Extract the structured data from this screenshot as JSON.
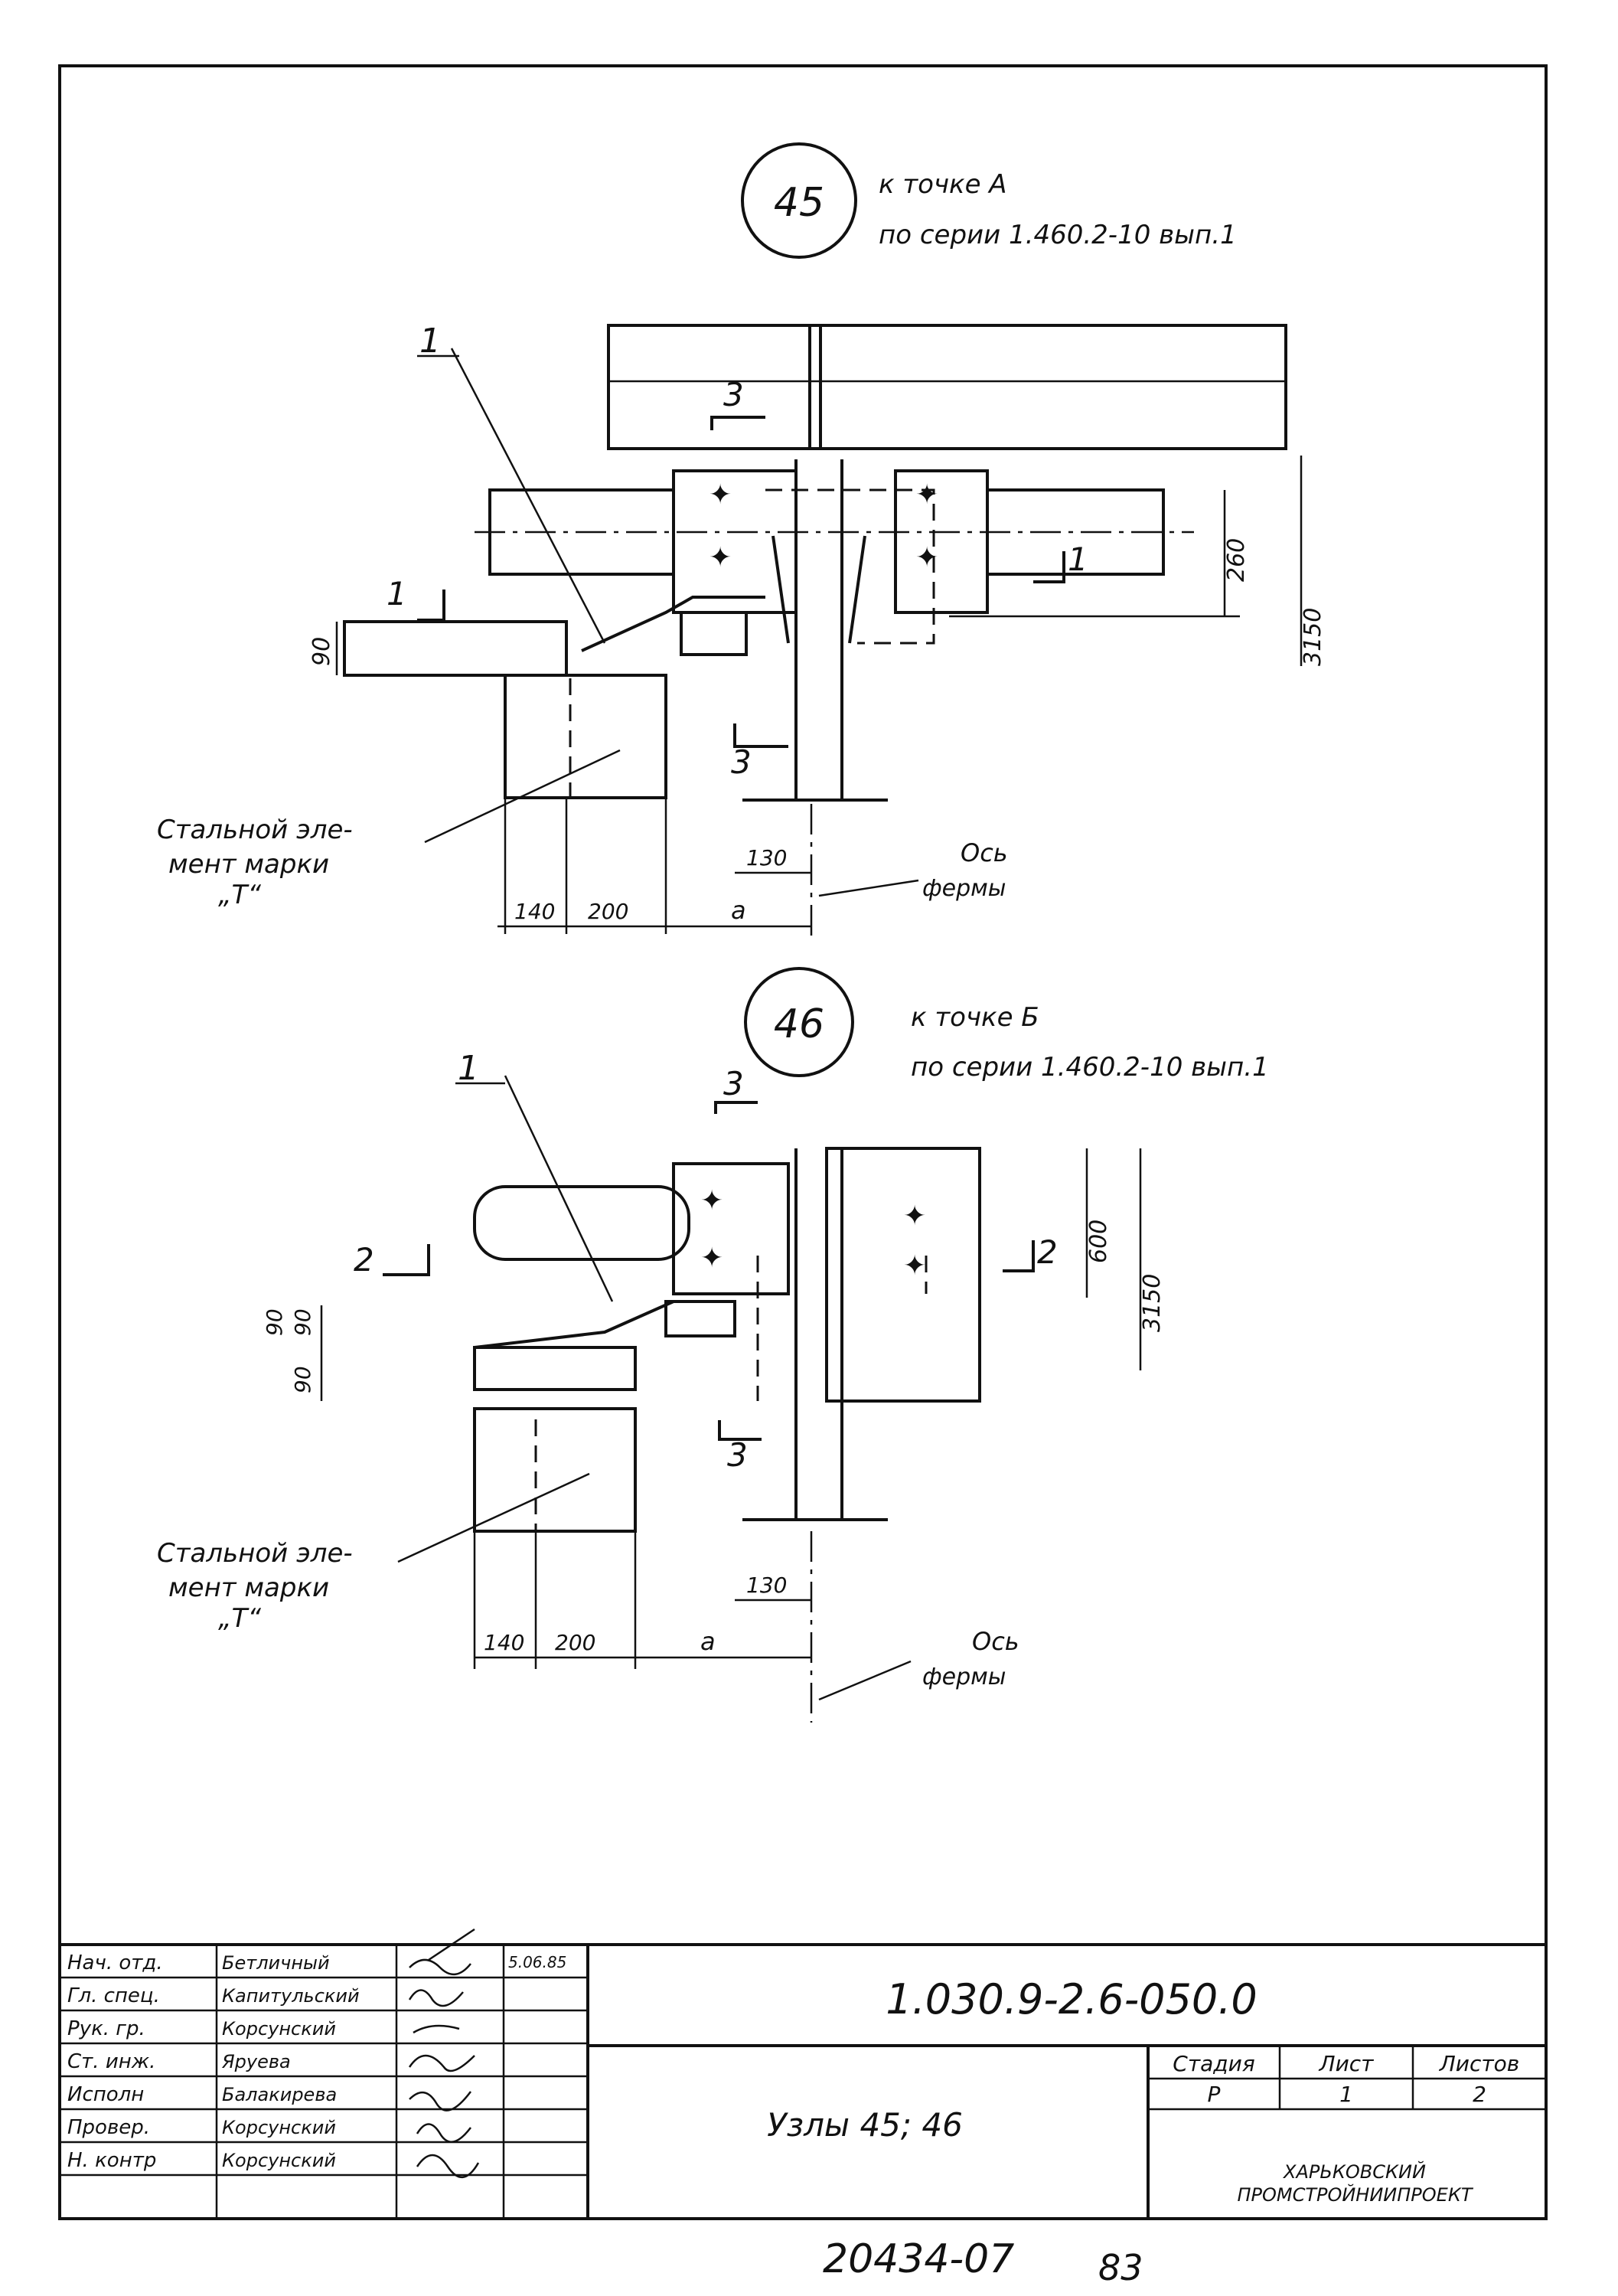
{
  "detail45": {
    "number": "45",
    "caption_line1": "к точке А",
    "caption_line2": "по серии 1.460.2-10 вып.1",
    "leader": "1",
    "section_1": "1",
    "section_1b": "1",
    "section_3a": "3",
    "section_3b": "3",
    "dim_260": "260",
    "dim_3150": "3150",
    "dim_90": "90",
    "dim_130": "130",
    "dim_140": "140",
    "dim_200": "200",
    "dim_a": "а",
    "steel_label_1": "Стальной эле-",
    "steel_label_2": "мент марки",
    "steel_label_3": "„Т“",
    "axis_label_1": "Ось",
    "axis_label_2": "фермы"
  },
  "detail46": {
    "number": "46",
    "caption_line1": "к точке Б",
    "caption_line2": "по серии 1.460.2-10 вып.1",
    "leader": "1",
    "section_3a": "3",
    "section_3b": "3",
    "section_2a": "2",
    "section_2b": "2",
    "dim_600": "600",
    "dim_3150": "3150",
    "dim_90a": "90",
    "dim_90b": "90",
    "dim_90c": "90",
    "dim_130": "130",
    "dim_140": "140",
    "dim_200": "200",
    "dim_a": "а",
    "steel_label_1": "Стальной эле-",
    "steel_label_2": "мент марки",
    "steel_label_3": "„Т“",
    "axis_label_1": "Ось",
    "axis_label_2": "фермы"
  },
  "title_block": {
    "roles": [
      "Нач. отд.",
      "Гл. спец.",
      "Рук. гр.",
      "Ст. инж.",
      "Исполн",
      "Провер.",
      "Н. контр"
    ],
    "names": [
      "Бетличный",
      "Капитульский",
      "Корсунский",
      "Яруева",
      "Балакирева",
      "Корсунский",
      "Корсунский"
    ],
    "date": "5.06.85",
    "doc_code": "1.030.9-2.6-050.0",
    "sheet_title": "Узлы 45; 46",
    "stage_header": "Стадия",
    "sheet_header": "Лист",
    "sheets_header": "Листов",
    "stage_value": "Р",
    "sheet_value": "1",
    "sheets_value": "2",
    "org_line1": "ХАРЬКОВСКИЙ",
    "org_line2": "ПРОМСТРОЙНИИПРОЕКТ"
  },
  "footer": {
    "inventory_no": "20434-07",
    "page_no": "83"
  }
}
